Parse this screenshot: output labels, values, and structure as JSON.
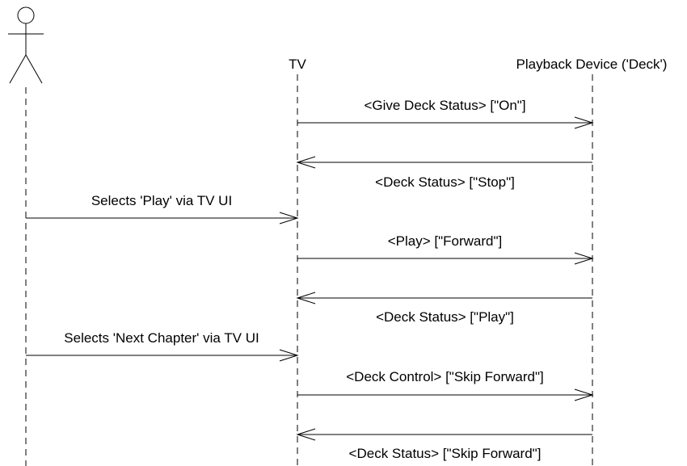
{
  "diagram": {
    "participants": [
      {
        "id": "user",
        "label": ""
      },
      {
        "id": "tv",
        "label": "TV"
      },
      {
        "id": "deck",
        "label": "Playback Device ('Deck')"
      }
    ],
    "messages": [
      {
        "from": "tv",
        "to": "deck",
        "label": "<Give Deck Status> [\"On\"]"
      },
      {
        "from": "deck",
        "to": "tv",
        "label": "<Deck Status> [\"Stop\"]"
      },
      {
        "from": "user",
        "to": "tv",
        "label": "Selects 'Play' via TV UI"
      },
      {
        "from": "tv",
        "to": "deck",
        "label": "<Play> [\"Forward\"]"
      },
      {
        "from": "deck",
        "to": "tv",
        "label": "<Deck Status> [\"Play\"]"
      },
      {
        "from": "user",
        "to": "tv",
        "label": "Selects 'Next Chapter' via TV UI"
      },
      {
        "from": "tv",
        "to": "deck",
        "label": "<Deck Control> [\"Skip Forward\"]"
      },
      {
        "from": "deck",
        "to": "tv",
        "label": "<Deck Status> [\"Skip Forward\"]"
      }
    ]
  }
}
